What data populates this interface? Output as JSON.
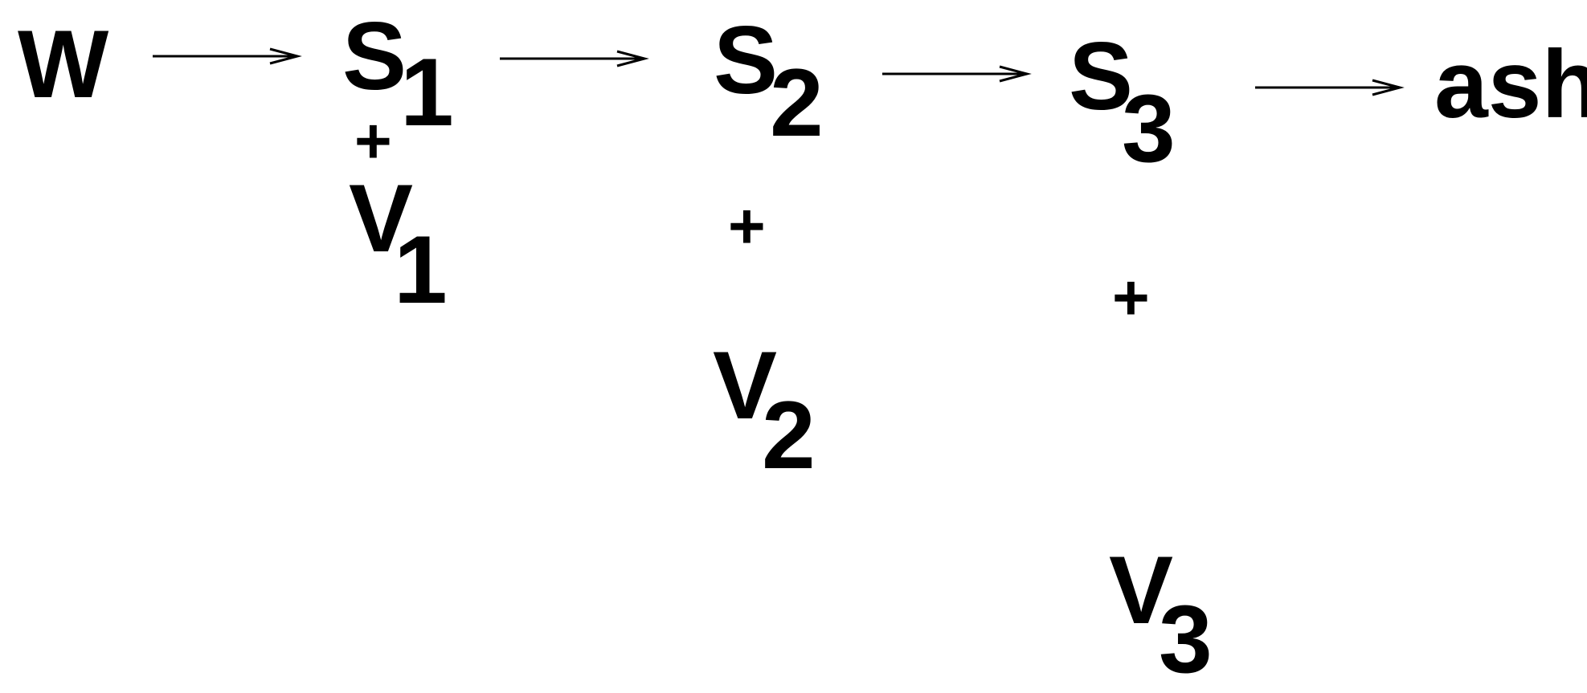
{
  "diagram": {
    "start": "W",
    "solids": [
      {
        "letter": "S",
        "index": "1"
      },
      {
        "letter": "S",
        "index": "2"
      },
      {
        "letter": "S",
        "index": "3"
      }
    ],
    "end": "ash",
    "plus_symbol": "+",
    "volatiles": [
      {
        "letter": "V",
        "index": "1"
      },
      {
        "letter": "V",
        "index": "2"
      },
      {
        "letter": "V",
        "index": "3"
      }
    ]
  }
}
